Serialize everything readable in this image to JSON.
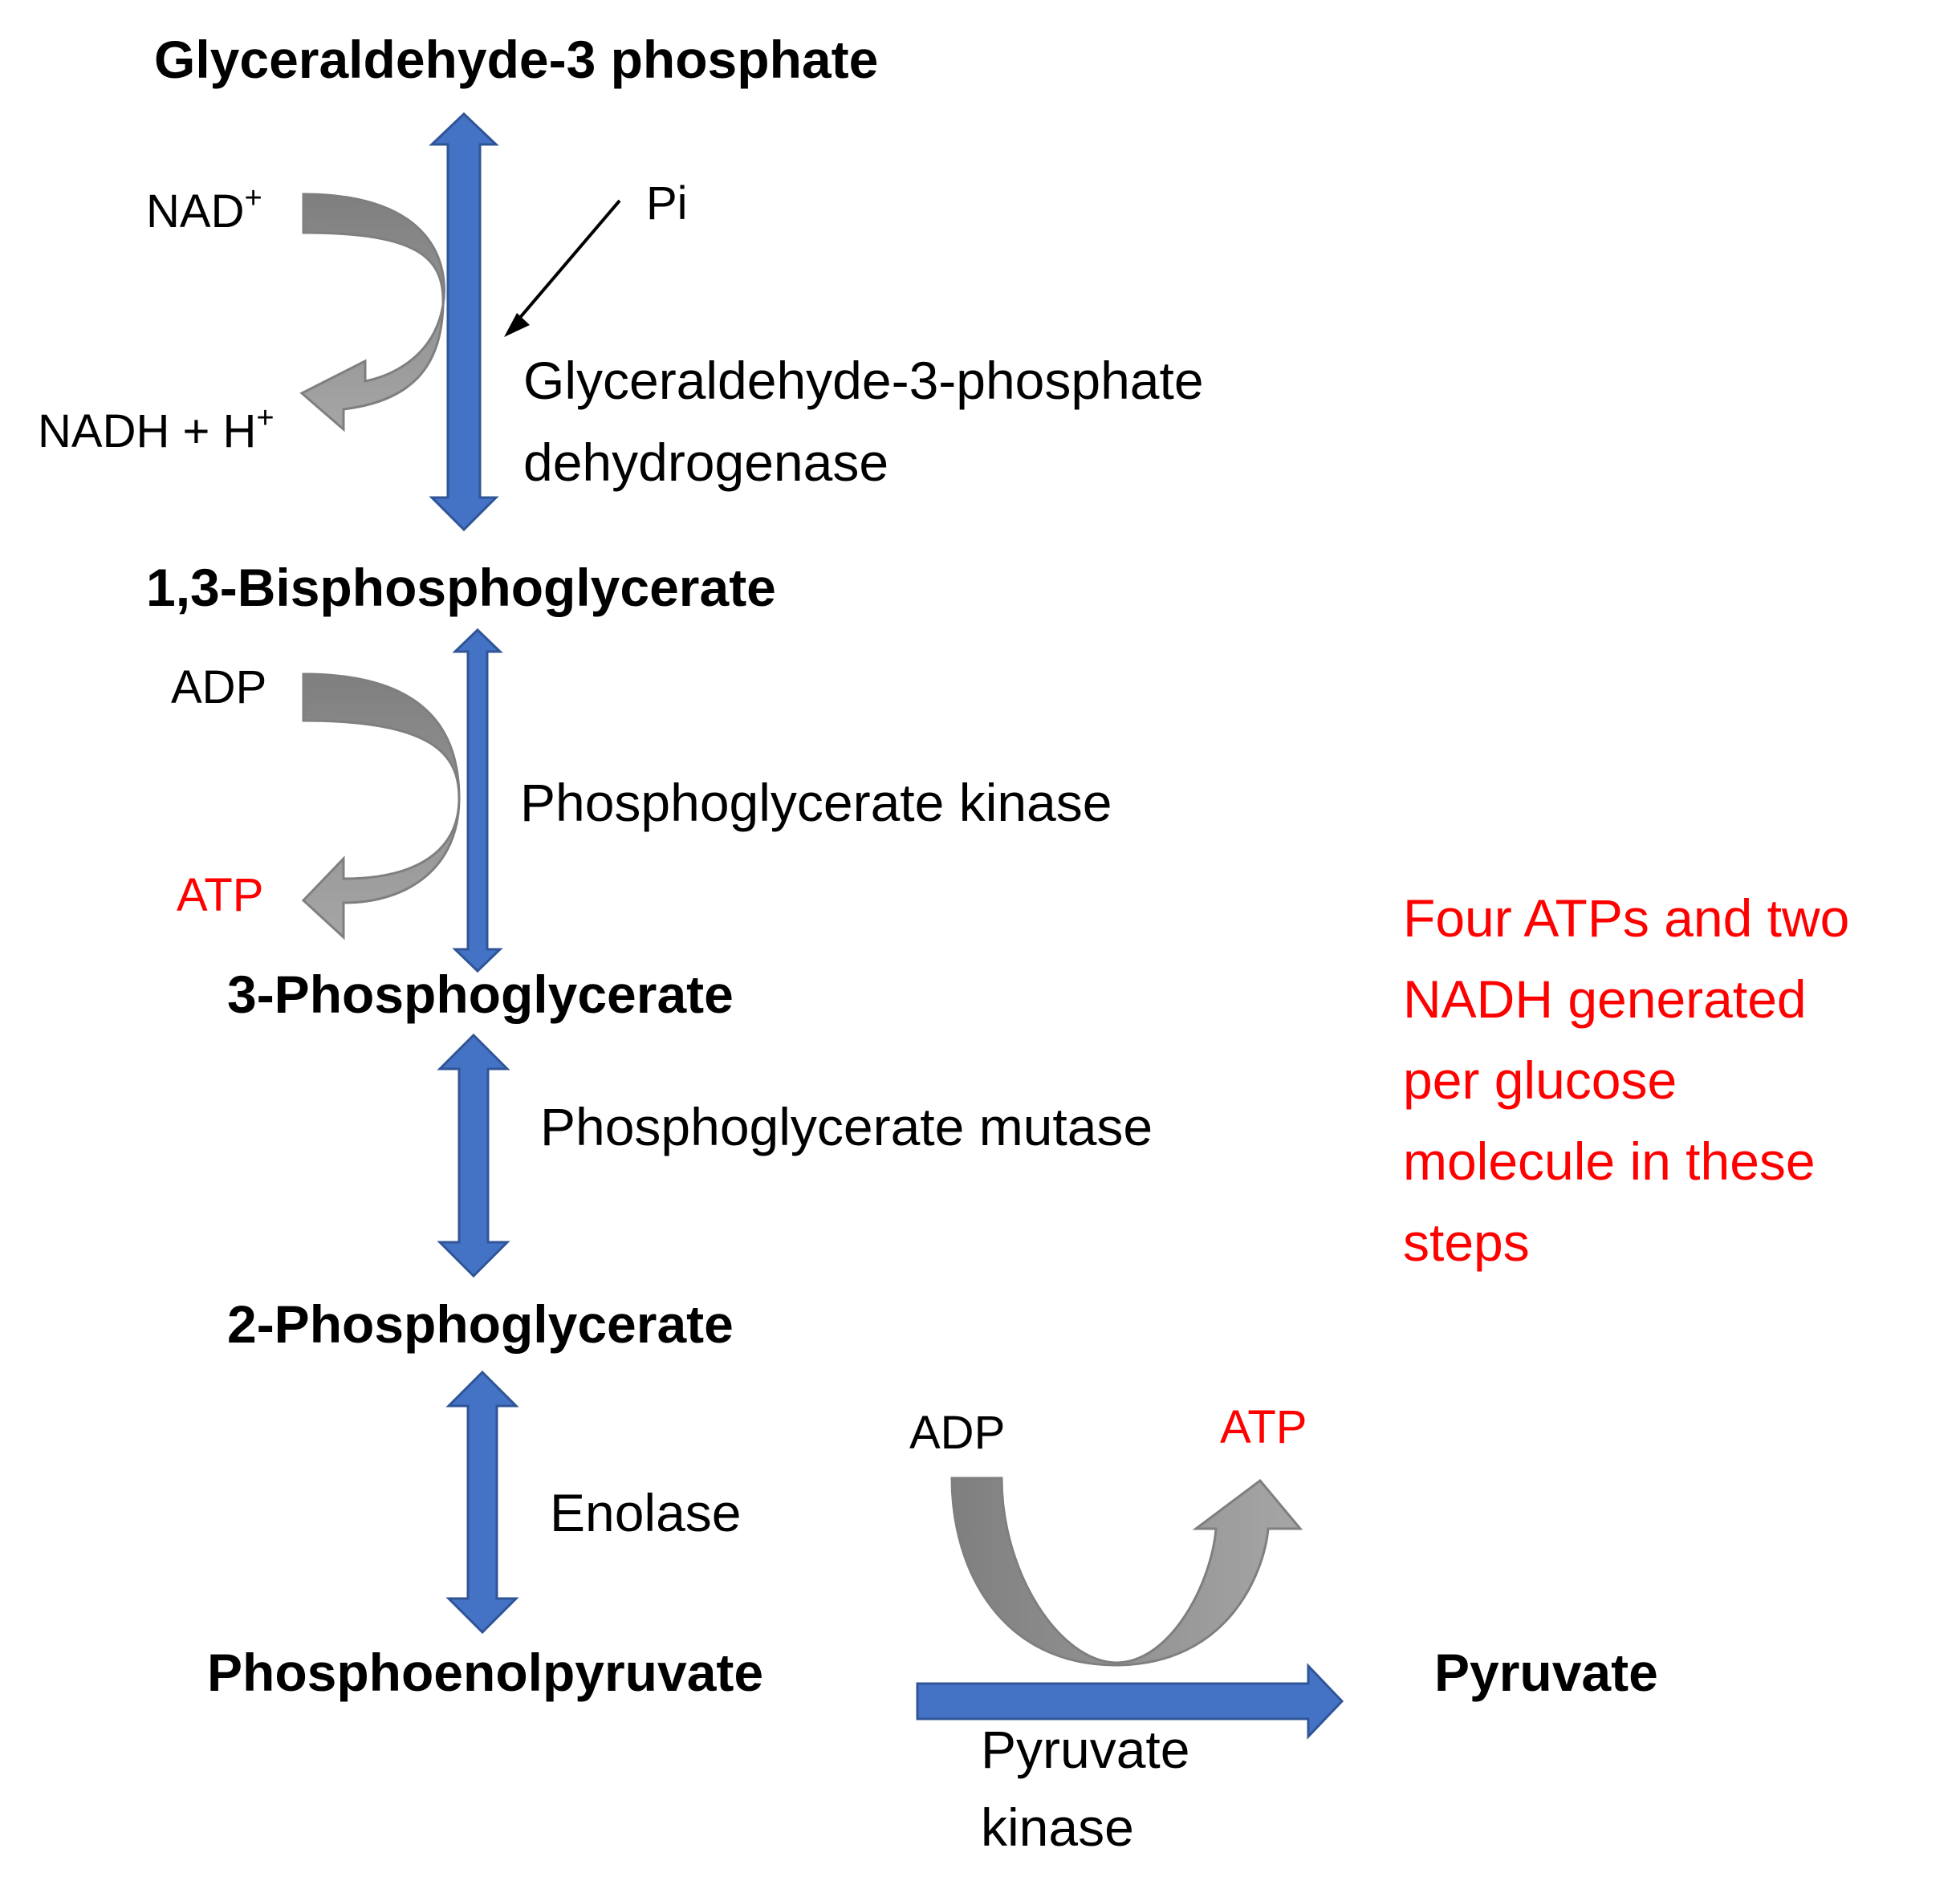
{
  "compounds": {
    "g3p": "Glyceraldehyde-3 phosphate",
    "bpg": "1,3-Bisphosphoglycerate",
    "pg3": "3-Phosphoglycerate",
    "pg2": "2-Phosphoglycerate",
    "pep": "Phosphoenolpyruvate",
    "pyruvate": "Pyruvate"
  },
  "enzymes": {
    "gapdh_line1": "Glyceraldehyde-3-phosphate",
    "gapdh_line2": "dehydrogenase",
    "pgk": "Phosphoglycerate kinase",
    "pgm": "Phosphoglycerate mutase",
    "enolase": "Enolase",
    "pk_line1": "Pyruvate",
    "pk_line2": "kinase"
  },
  "cofactors": {
    "nad": "NAD",
    "nad_sup": "+",
    "nadh": "NADH + H",
    "nadh_sup": "+",
    "pi": "Pi",
    "adp1": "ADP",
    "atp1": "ATP",
    "adp2": "ADP",
    "atp2": "ATP"
  },
  "note": {
    "lines": [
      "Four ATPs and two",
      "NADH generated",
      "per glucose",
      "molecule in these",
      "steps"
    ]
  },
  "colors": {
    "reaction_arrow": "#4472c4",
    "reaction_arrow_stroke": "#2f5597",
    "cofactor_arrow_dark": "#808080",
    "cofactor_arrow_light": "#a6a6a6",
    "highlight": "#ff0000"
  }
}
